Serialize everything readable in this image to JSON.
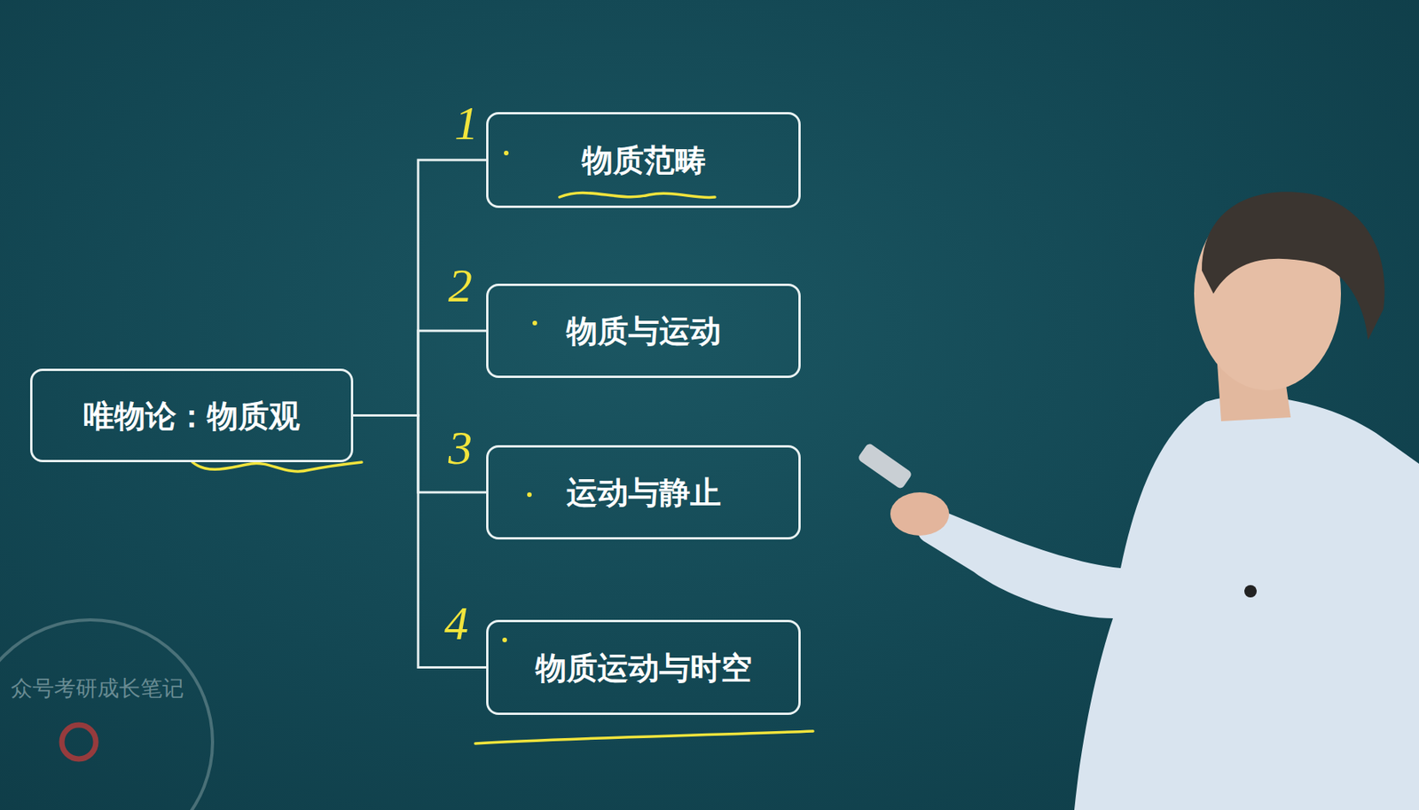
{
  "diagram": {
    "nodes": [
      {
        "text": [
          "唯物论：物质观"
        ]
      },
      {
        "text": [
          "物质范畴"
        ]
      },
      {
        "text": [
          "物质与运动"
        ]
      },
      {
        "text": [
          "运动与静止"
        ]
      },
      {
        "text": [
          "物质运动与时空"
        ]
      }
    ],
    "edges": [
      {
        "from": 0,
        "to": 1,
        "arrow": "none"
      },
      {
        "from": 0,
        "to": 2,
        "arrow": "none"
      },
      {
        "from": 0,
        "to": 3,
        "arrow": "none"
      },
      {
        "from": 0,
        "to": 4,
        "arrow": "none"
      }
    ],
    "labels": [
      "1",
      "2",
      "3",
      "4",
      "众号考研成长笔记"
    ]
  }
}
